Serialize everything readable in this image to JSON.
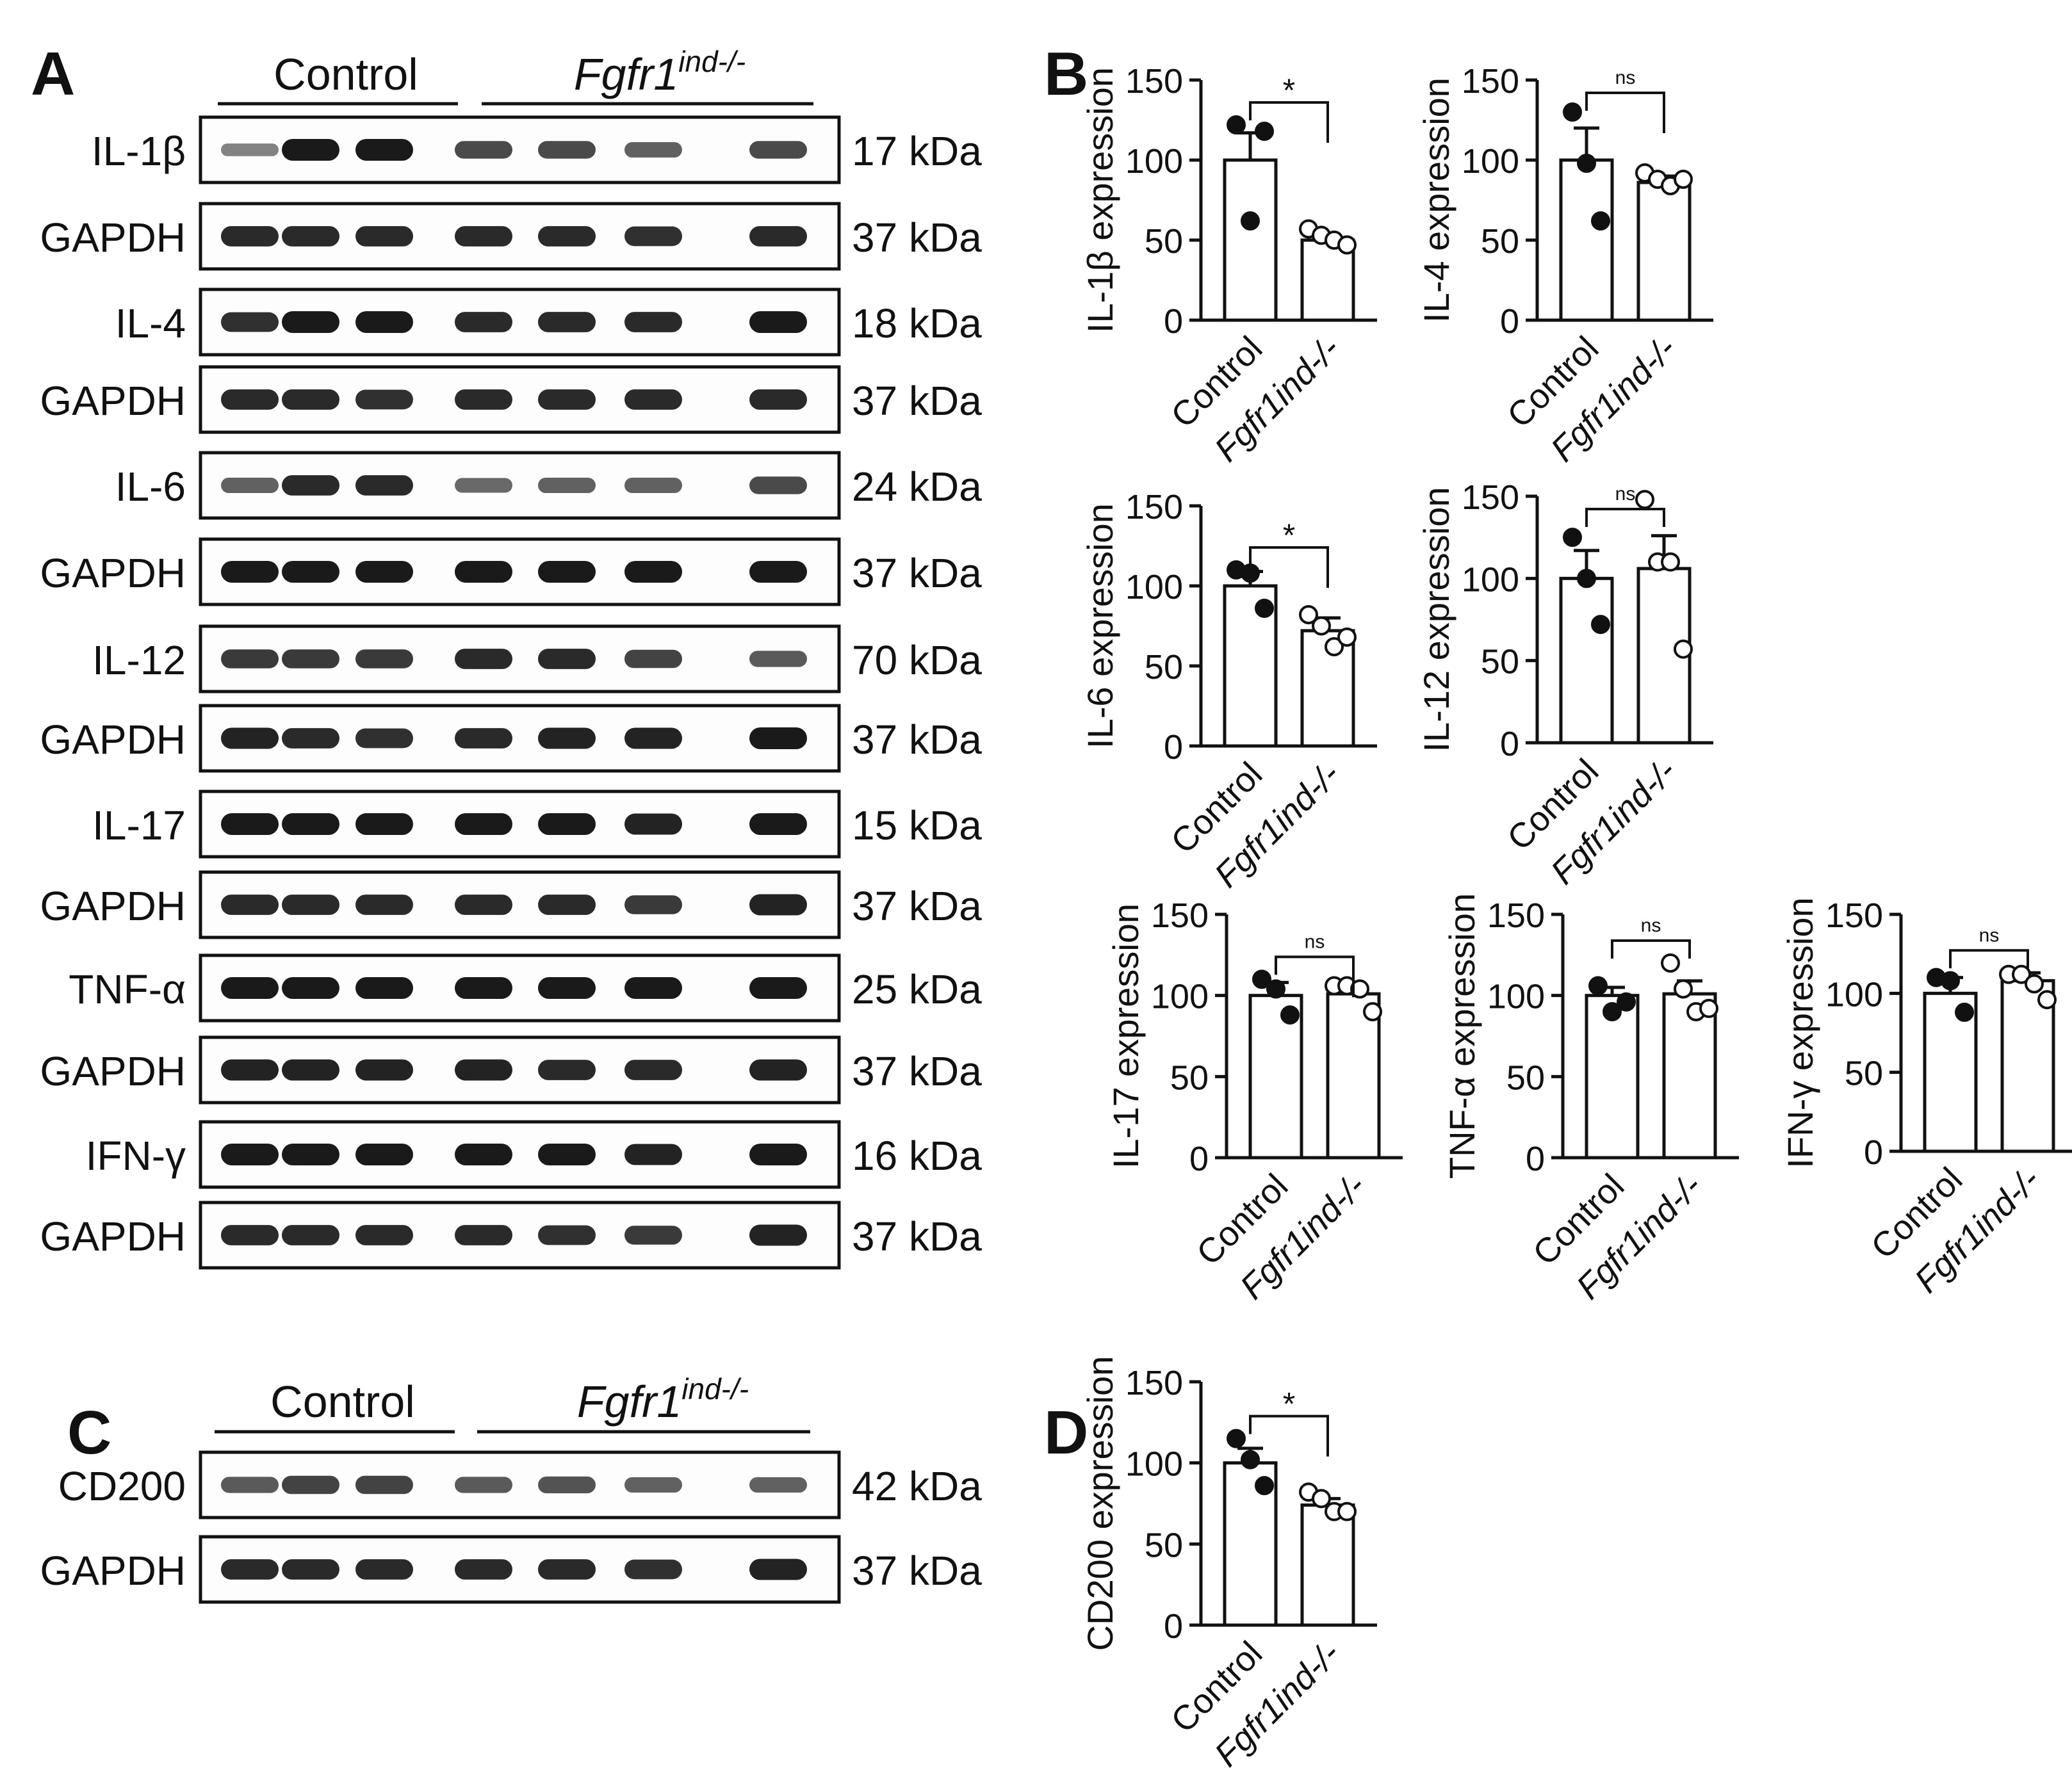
{
  "panel_letters": [
    "A",
    "B",
    "C",
    "D"
  ],
  "group_labels": {
    "control": "Control",
    "ko_base": "Fgfr1",
    "ko_sup": "ind-/-"
  },
  "blot_A": [
    {
      "protein": "IL-1β",
      "kda": "17 kDa",
      "intensity": [
        0.35,
        1.0,
        1.0,
        0.7,
        0.7,
        0.55,
        0.7
      ]
    },
    {
      "protein": "GAPDH",
      "kda": "37 kDa",
      "intensity": [
        0.9,
        0.9,
        0.9,
        0.9,
        0.9,
        0.85,
        0.9
      ]
    },
    {
      "protein": "IL-4",
      "kda": "18 kDa",
      "intensity": [
        0.85,
        1.0,
        1.0,
        0.9,
        0.9,
        0.9,
        1.0
      ]
    },
    {
      "protein": "GAPDH",
      "kda": "37 kDa",
      "intensity": [
        0.9,
        0.9,
        0.85,
        0.9,
        0.9,
        0.9,
        0.9
      ]
    },
    {
      "protein": "IL-6",
      "kda": "24 kDa",
      "intensity": [
        0.55,
        0.9,
        0.9,
        0.5,
        0.55,
        0.55,
        0.7
      ]
    },
    {
      "protein": "GAPDH",
      "kda": "37 kDa",
      "intensity": [
        1.0,
        1.0,
        1.0,
        1.0,
        1.0,
        1.0,
        1.0
      ]
    },
    {
      "protein": "IL-12",
      "kda": "70 kDa",
      "intensity": [
        0.8,
        0.8,
        0.8,
        0.9,
        0.9,
        0.75,
        0.6
      ]
    },
    {
      "protein": "GAPDH",
      "kda": "37 kDa",
      "intensity": [
        0.95,
        0.9,
        0.85,
        0.9,
        0.95,
        0.95,
        1.0
      ]
    },
    {
      "protein": "IL-17",
      "kda": "15 kDa",
      "intensity": [
        1.0,
        1.0,
        1.0,
        1.0,
        1.0,
        0.95,
        1.0
      ]
    },
    {
      "protein": "GAPDH",
      "kda": "37 kDa",
      "intensity": [
        0.9,
        0.9,
        0.9,
        0.9,
        0.9,
        0.8,
        0.95
      ]
    },
    {
      "protein": "TNF-α",
      "kda": "25 kDa",
      "intensity": [
        1.0,
        1.0,
        1.0,
        1.0,
        1.0,
        1.0,
        1.0
      ]
    },
    {
      "protein": "GAPDH",
      "kda": "37 kDa",
      "intensity": [
        0.95,
        0.95,
        0.95,
        0.95,
        0.9,
        0.9,
        0.95
      ]
    },
    {
      "protein": "IFN-γ",
      "kda": "16 kDa",
      "intensity": [
        1.0,
        1.0,
        1.0,
        1.0,
        1.0,
        0.95,
        1.0
      ]
    },
    {
      "protein": "GAPDH",
      "kda": "37 kDa",
      "intensity": [
        0.9,
        0.9,
        0.9,
        0.9,
        0.85,
        0.8,
        0.95
      ]
    }
  ],
  "blot_C": [
    {
      "protein": "CD200",
      "kda": "42 kDa",
      "intensity": [
        0.6,
        0.75,
        0.75,
        0.6,
        0.65,
        0.55,
        0.55
      ]
    },
    {
      "protein": "GAPDH",
      "kda": "37 kDa",
      "intensity": [
        0.9,
        0.9,
        0.9,
        0.9,
        0.9,
        0.85,
        0.95
      ]
    }
  ],
  "chart_data": [
    {
      "type": "bar",
      "panel": "B",
      "ylabel": "IL-1β expression",
      "ylim": [
        0,
        150
      ],
      "yticks": [
        0,
        50,
        100,
        150
      ],
      "categories": [
        "Control",
        "Fgfr1ind-/-"
      ],
      "values": [
        100,
        50
      ],
      "sem": [
        17,
        3
      ],
      "points": [
        [
          122,
          118,
          62
        ],
        [
          57,
          53,
          50,
          47
        ]
      ],
      "significance": "*"
    },
    {
      "type": "bar",
      "panel": "B",
      "ylabel": "IL-4 expression",
      "ylim": [
        0,
        150
      ],
      "yticks": [
        0,
        50,
        100,
        150
      ],
      "categories": [
        "Control",
        "Fgfr1ind-/-"
      ],
      "values": [
        100,
        86
      ],
      "sem": [
        20,
        4
      ],
      "points": [
        [
          130,
          62,
          98
        ],
        [
          92,
          88,
          84,
          88
        ]
      ],
      "significance": "ns"
    },
    {
      "type": "bar",
      "panel": "B",
      "ylabel": "IL-6 expression",
      "ylim": [
        0,
        150
      ],
      "yticks": [
        0,
        50,
        100,
        150
      ],
      "categories": [
        "Control",
        "Fgfr1ind-/-"
      ],
      "values": [
        100,
        72
      ],
      "sem": [
        9,
        8
      ],
      "points": [
        [
          110,
          86,
          108
        ],
        [
          82,
          75,
          62,
          68
        ]
      ],
      "significance": "*"
    },
    {
      "type": "bar",
      "panel": "B",
      "ylabel": "IL-12 expression",
      "ylim": [
        0,
        150
      ],
      "yticks": [
        0,
        50,
        100,
        150
      ],
      "categories": [
        "Control",
        "Fgfr1ind-/-"
      ],
      "values": [
        100,
        106
      ],
      "sem": [
        17,
        20
      ],
      "points": [
        [
          125,
          72,
          100
        ],
        [
          148,
          110,
          110,
          57
        ]
      ],
      "significance": "ns"
    },
    {
      "type": "bar",
      "panel": "B",
      "ylabel": "IL-17 expression",
      "ylim": [
        0,
        150
      ],
      "yticks": [
        0,
        50,
        100,
        150
      ],
      "categories": [
        "Control",
        "Fgfr1ind-/-"
      ],
      "values": [
        100,
        101
      ],
      "sem": [
        8,
        5
      ],
      "points": [
        [
          110,
          88,
          104
        ],
        [
          106,
          106,
          104,
          90
        ]
      ],
      "significance": "ns"
    },
    {
      "type": "bar",
      "panel": "B",
      "ylabel": "TNF-α expression",
      "ylim": [
        0,
        150
      ],
      "yticks": [
        0,
        50,
        100,
        150
      ],
      "categories": [
        "Control",
        "Fgfr1ind-/-"
      ],
      "values": [
        100,
        101
      ],
      "sem": [
        5,
        8
      ],
      "points": [
        [
          106,
          96,
          90
        ],
        [
          120,
          104,
          90,
          92
        ]
      ],
      "significance": "ns"
    },
    {
      "type": "bar",
      "panel": "B",
      "ylabel": "IFN-γ expression",
      "ylim": [
        0,
        150
      ],
      "yticks": [
        0,
        50,
        100,
        150
      ],
      "categories": [
        "Control",
        "Fgfr1ind-/-"
      ],
      "values": [
        100,
        108
      ],
      "sem": [
        10,
        5
      ],
      "points": [
        [
          110,
          88,
          108
        ],
        [
          112,
          112,
          106,
          96
        ]
      ],
      "significance": "ns"
    },
    {
      "type": "bar",
      "panel": "D",
      "ylabel": "CD200 expression",
      "ylim": [
        0,
        150
      ],
      "yticks": [
        0,
        50,
        100,
        150
      ],
      "categories": [
        "Control",
        "Fgfr1ind-/-"
      ],
      "values": [
        100,
        74
      ],
      "sem": [
        9,
        4
      ],
      "points": [
        [
          115,
          86,
          102
        ],
        [
          82,
          78,
          70,
          70
        ]
      ],
      "significance": "*"
    }
  ]
}
